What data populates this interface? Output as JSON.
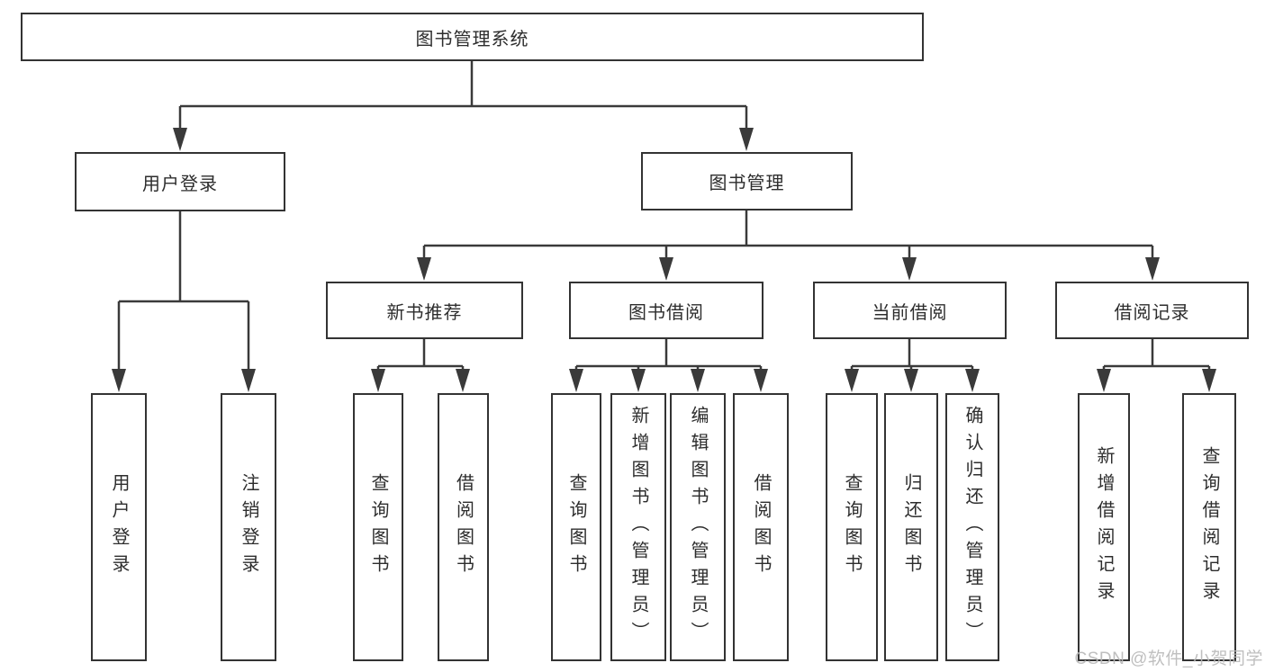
{
  "tree": {
    "root": {
      "label": "图书管理系统"
    },
    "branches": [
      {
        "label": "用户登录",
        "children": [
          {
            "label": "用户登录"
          },
          {
            "label": "注销登录"
          }
        ]
      },
      {
        "label": "图书管理",
        "children": [
          {
            "label": "新书推荐",
            "children": [
              {
                "label": "查询图书"
              },
              {
                "label": "借阅图书"
              }
            ]
          },
          {
            "label": "图书借阅",
            "children": [
              {
                "label": "查询图书"
              },
              {
                "label": "新增图书（管理员）"
              },
              {
                "label": "编辑图书（管理员）"
              },
              {
                "label": "借阅图书"
              }
            ]
          },
          {
            "label": "当前借阅",
            "children": [
              {
                "label": "查询图书"
              },
              {
                "label": "归还图书"
              },
              {
                "label": "确认归还（管理员）"
              }
            ]
          },
          {
            "label": "借阅记录",
            "children": [
              {
                "label": "新增借阅记录"
              },
              {
                "label": "查询借阅记录"
              }
            ]
          }
        ]
      }
    ]
  },
  "watermark": "CSDN @软件_小贺同学",
  "colors": {
    "box_border": "#333333",
    "connector": "#3a3a3a",
    "text": "#2d2d2d",
    "watermark": "#b9b9b9",
    "background": "#ffffff"
  }
}
